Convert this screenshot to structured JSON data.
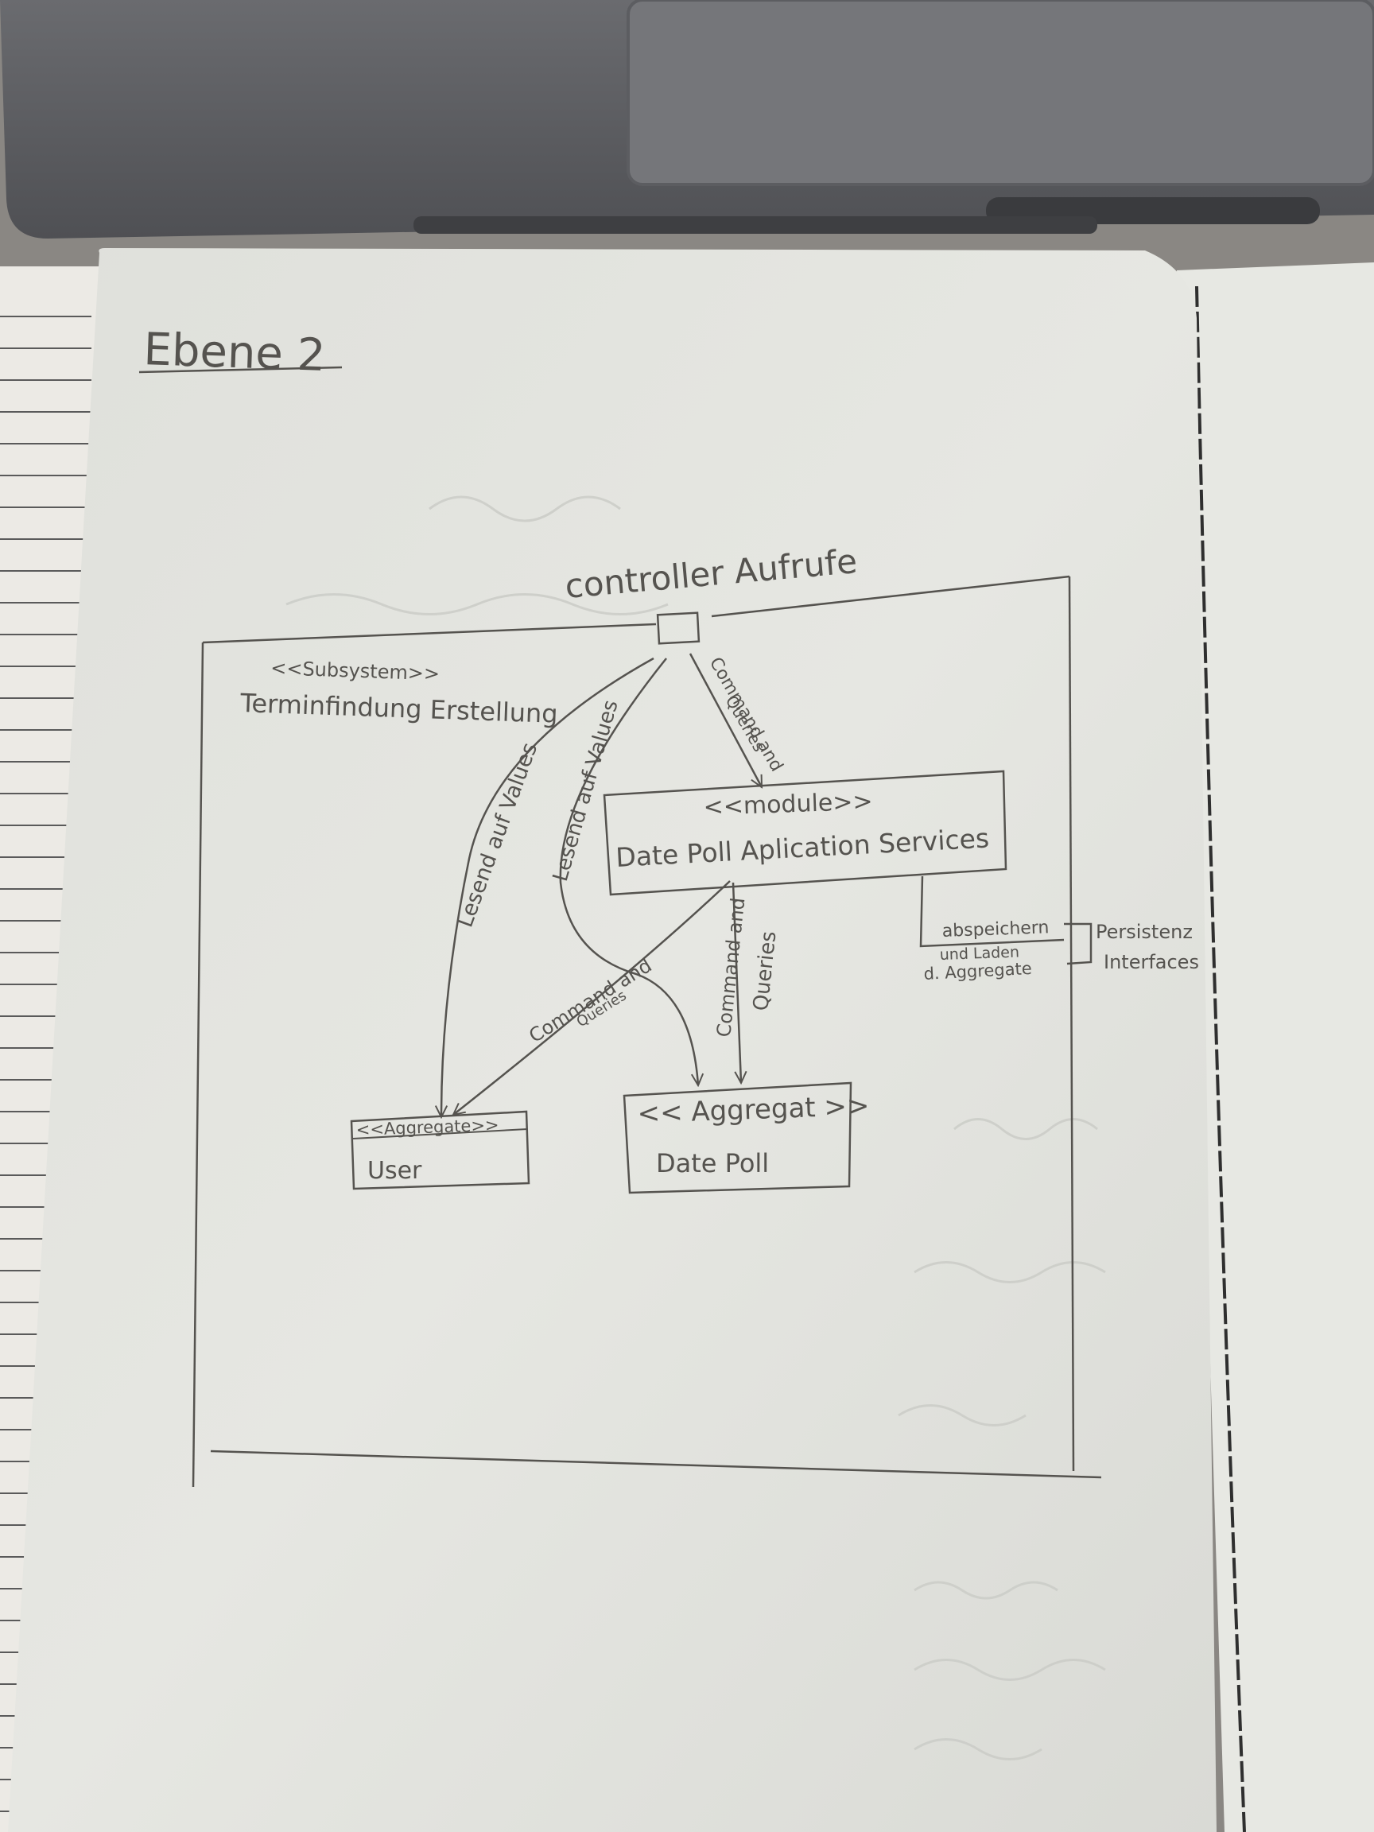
{
  "page": {
    "title": "Ebene 2"
  },
  "diagram": {
    "controller_label": "controller Aufrufe",
    "subsystem_stereotype": "<<Subsystem>>",
    "subsystem_name": "Terminfindung Erstellung",
    "module_box": {
      "stereotype": "<<module>>",
      "name": "Date Poll Aplication Services"
    },
    "user_box": {
      "stereotype": "<<Aggregate>>",
      "name": "User"
    },
    "datepoll_box": {
      "stereotype": "<< Aggregat >>",
      "name": "Date Poll"
    },
    "edge_labels": {
      "controller_to_module": [
        "Command and",
        "Queries"
      ],
      "controller_to_user": "Lesend auf Values",
      "controller_to_datepoll": "Lesend auf Values",
      "module_to_user": [
        "Command and",
        "Queries"
      ],
      "module_to_datepoll": [
        "Command and",
        "Queries"
      ],
      "module_to_persistence": [
        "abspeichern",
        "und Laden",
        "d. Aggregate"
      ]
    },
    "persistence_label": [
      "Persistenz",
      "Interfaces"
    ]
  },
  "colors": {
    "ink": "#55534f",
    "paper": "#e3e4df",
    "laptop": "#5b5c60"
  }
}
